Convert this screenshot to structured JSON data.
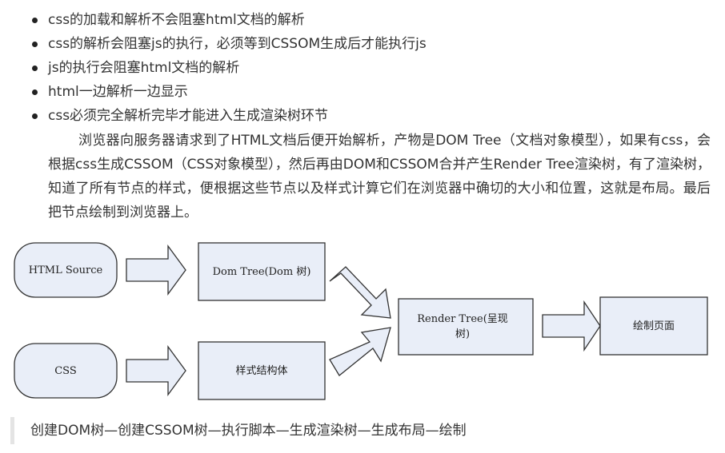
{
  "bullets": [
    "css的加载和解析不会阻塞html文档的解析",
    "css的解析会阻塞js的执行，必须等到CSSOM生成后才能执行js",
    "js的执行会阻塞html文档的解析",
    "html一边解析一边显示",
    "css必须完全解析完毕才能进入生成渲染树环节"
  ],
  "paragraph": "浏览器向服务器请求到了HTML文档后便开始解析，产物是DOM Tree（文档对象模型），如果有css，会根据css生成CSSOM（CSS对象模型），然后再由DOM和CSSOM合并产生Render Tree渲染树，有了渲染树，知道了所有节点的样式，便根据这些节点以及样式计算它们在浏览器中确切的大小和位置，这就是布局。最后把节点绘制到浏览器上。",
  "diagram": {
    "html_source": "HTML Source",
    "css": "CSS",
    "dom_tree": "Dom Tree(Dom 树)",
    "style_struct": "样式结构体",
    "render_tree_line1": "Render Tree(呈现",
    "render_tree_line2": "树)",
    "paint_page": "绘制页面",
    "colors": {
      "box_fill": "#e9eef8",
      "stroke": "#333333"
    }
  },
  "quote": "创建DOM树—创建CSSOM树—执行脚本—生成渲染树—生成布局—绘制"
}
